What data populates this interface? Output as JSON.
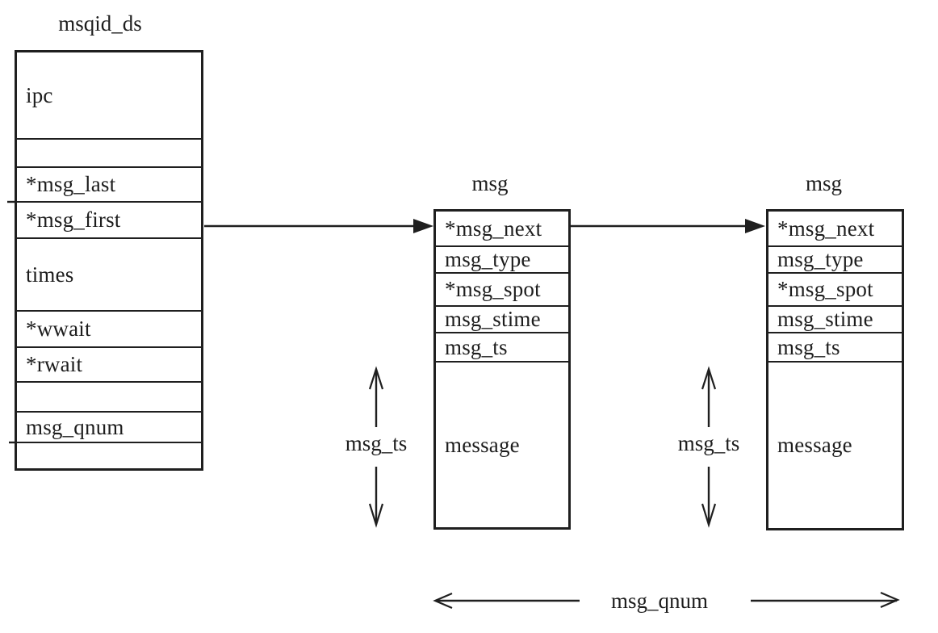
{
  "colors": {
    "line": "#1f1f1f",
    "text": "#1d1d1d",
    "background": "#ffffff"
  },
  "msqid_ds": {
    "title": "msqid_ds",
    "rows": [
      "ipc",
      "",
      "*msg_last",
      "*msg_first",
      "times",
      "*wwait",
      "*rwait",
      "",
      "msg_qnum",
      ""
    ]
  },
  "msg_node_1": {
    "title": "msg",
    "rows": [
      "*msg_next",
      "msg_type",
      "*msg_spot",
      "msg_stime",
      "msg_ts",
      "message"
    ]
  },
  "msg_node_2": {
    "title": "msg",
    "rows": [
      "*msg_next",
      "msg_type",
      "*msg_spot",
      "msg_stime",
      "msg_ts",
      "message"
    ]
  },
  "annotations": {
    "msg_ts_left": "msg_ts",
    "msg_ts_right": "msg_ts",
    "msg_qnum_span": "msg_qnum"
  }
}
